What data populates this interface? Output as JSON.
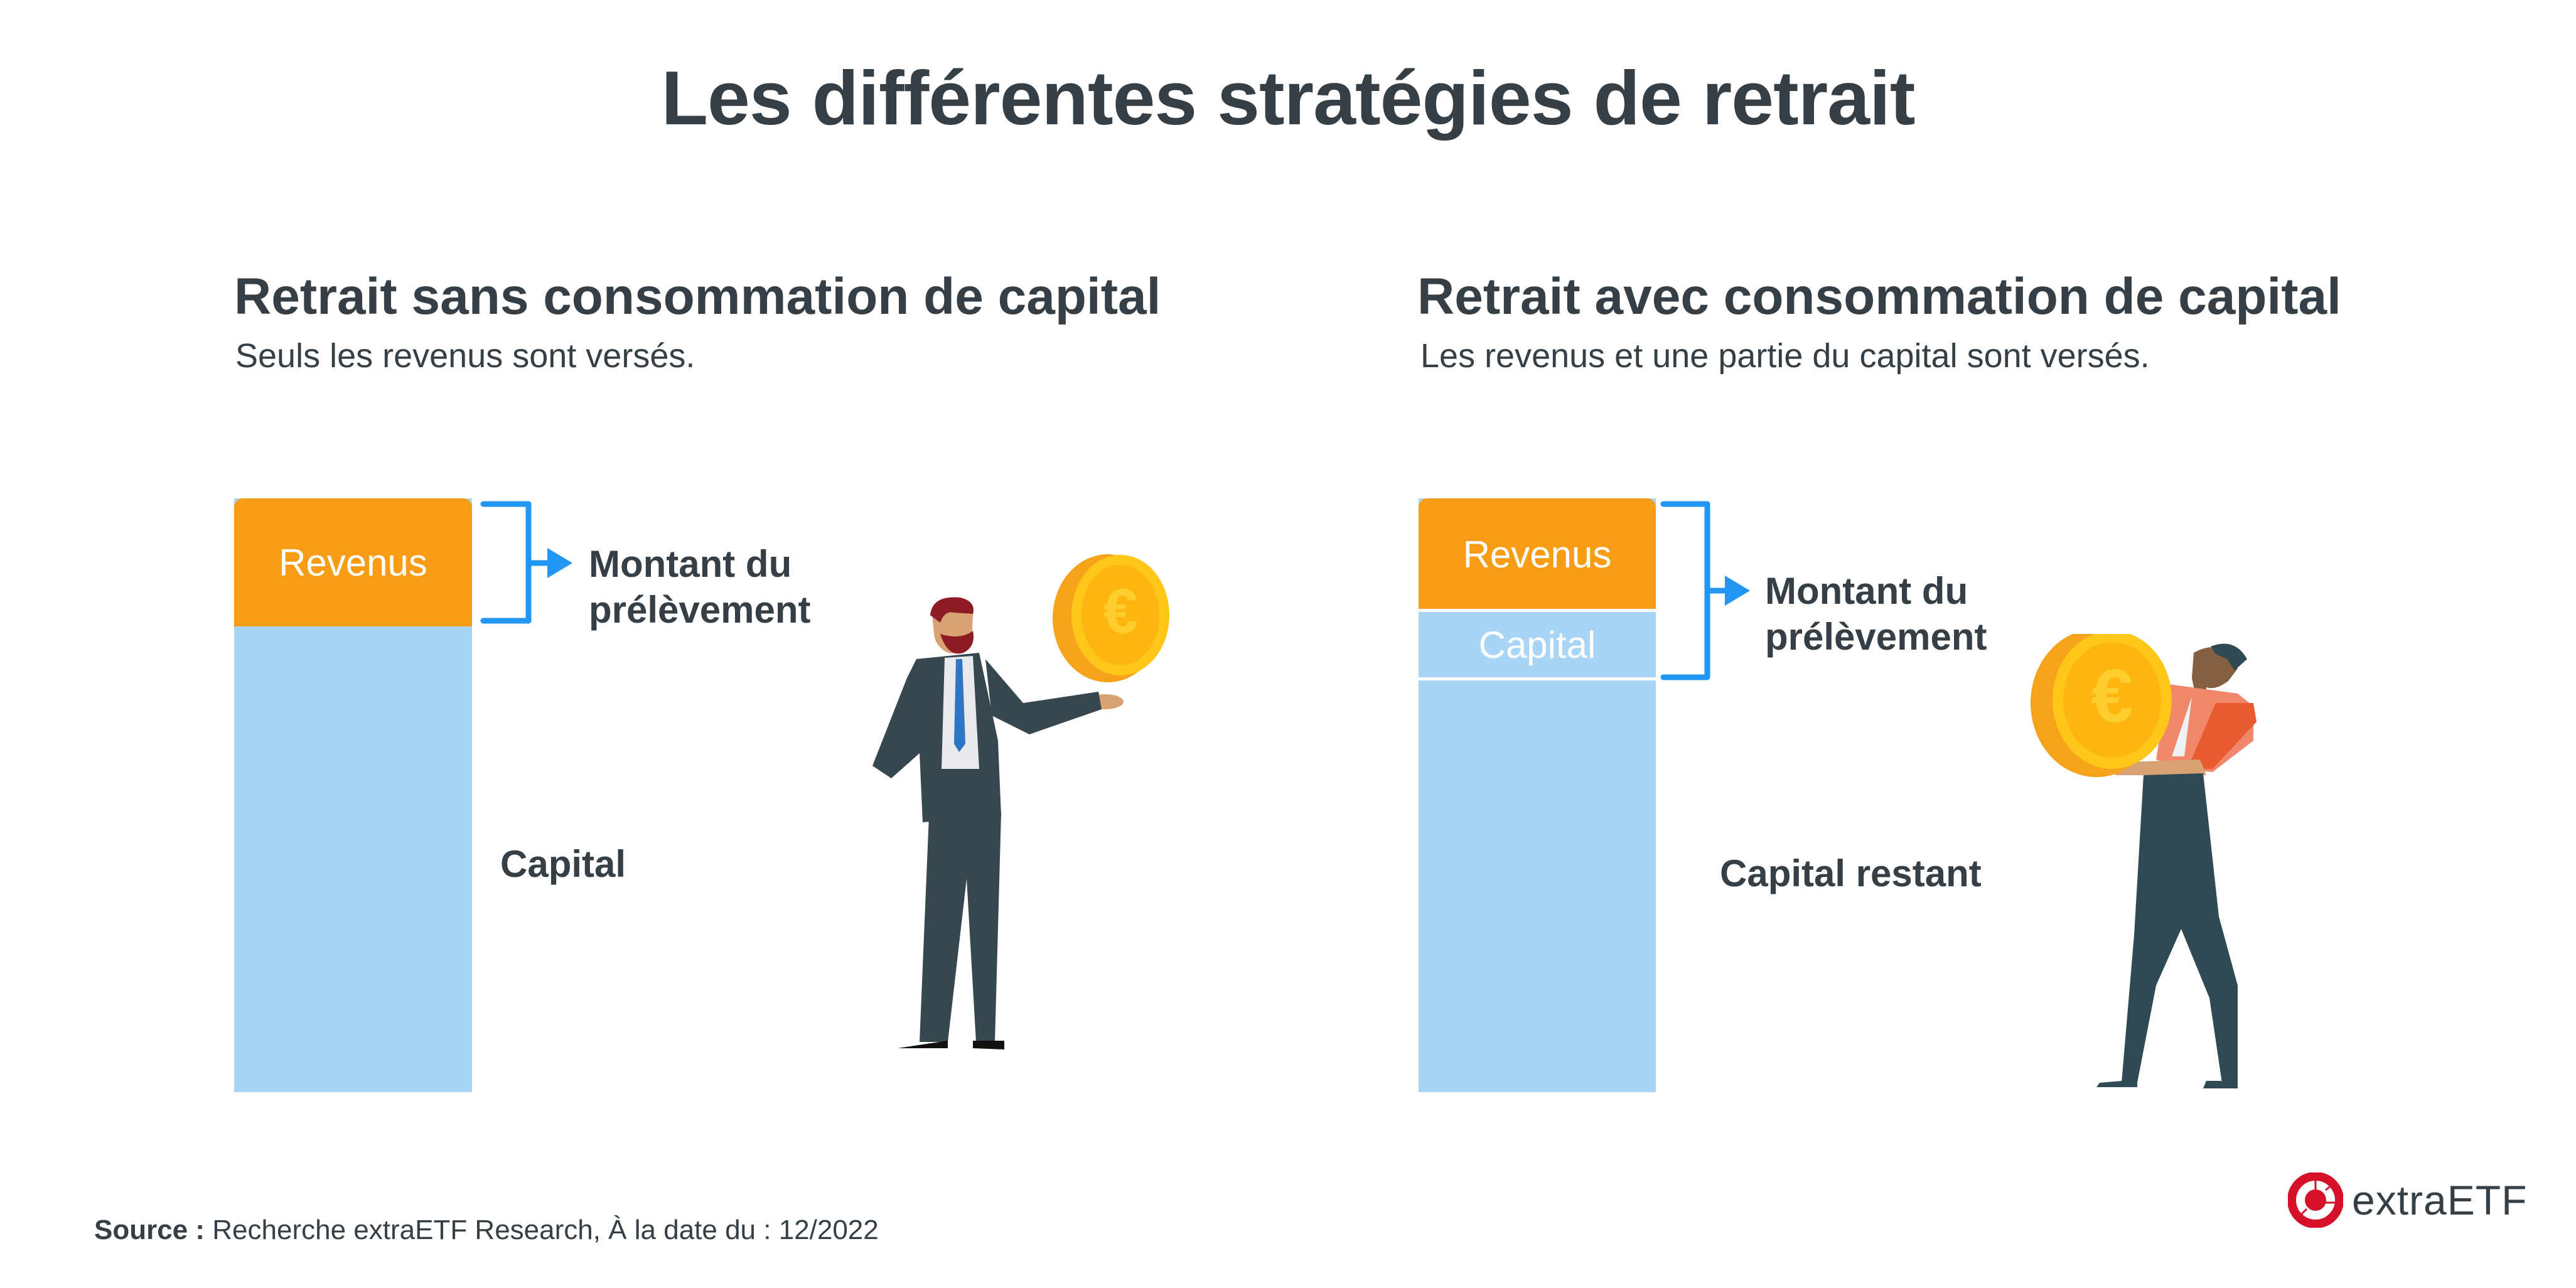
{
  "title": "Les différentes stratégies de retrait",
  "left": {
    "heading": "Retrait sans consommation de capital",
    "subtitle": "Seuls les revenus sont versés.",
    "bar": {
      "segments": [
        {
          "label": "Revenus",
          "color": "#f79c14"
        },
        {
          "label": "",
          "color": "#a8d4f6"
        }
      ]
    },
    "bracket_label_line1": "Montant du",
    "bracket_label_line2": "prélèvement",
    "side_label": "Capital",
    "illustration": "businessman-holding-euro-coin"
  },
  "right": {
    "heading": "Retrait avec consommation de capital",
    "subtitle": "Les revenus et une partie du capital sont versés.",
    "bar": {
      "segments": [
        {
          "label": "Revenus",
          "color": "#f79c14"
        },
        {
          "label": "Capital",
          "color": "#a8d4f6"
        },
        {
          "label": "",
          "color": "#a8d4f6"
        }
      ]
    },
    "bracket_label_line1": "Montant du",
    "bracket_label_line2": "prélèvement",
    "side_label": "Capital restant",
    "illustration": "man-carrying-euro-coin"
  },
  "footer": {
    "source_label": "Source :",
    "source_text": " Recherche extraETF Research, À la date du : 12/2022"
  },
  "logo": {
    "text": "extraETF",
    "icon": "extraetf-logo-icon",
    "color": "#d7102a"
  },
  "colors": {
    "text": "#353f45",
    "revenus": "#f79c14",
    "capital": "#a8d4f6",
    "bracket": "#2196f3"
  }
}
